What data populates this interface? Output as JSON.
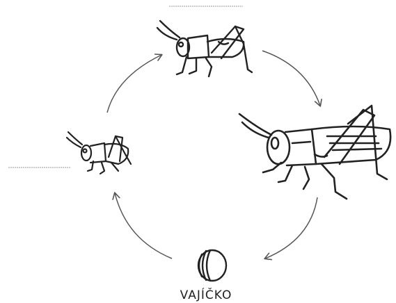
{
  "diagram": {
    "stages": [
      {
        "id": "adult-top",
        "label": ""
      },
      {
        "id": "adult-large",
        "label": ""
      },
      {
        "id": "egg",
        "label": "VAJÍČKO"
      },
      {
        "id": "nymph",
        "label": ""
      }
    ],
    "colors": {
      "ink": "#222222",
      "arrow": "#555555",
      "blank_line": "#9a9a9a",
      "paper": "#ffffff"
    }
  }
}
